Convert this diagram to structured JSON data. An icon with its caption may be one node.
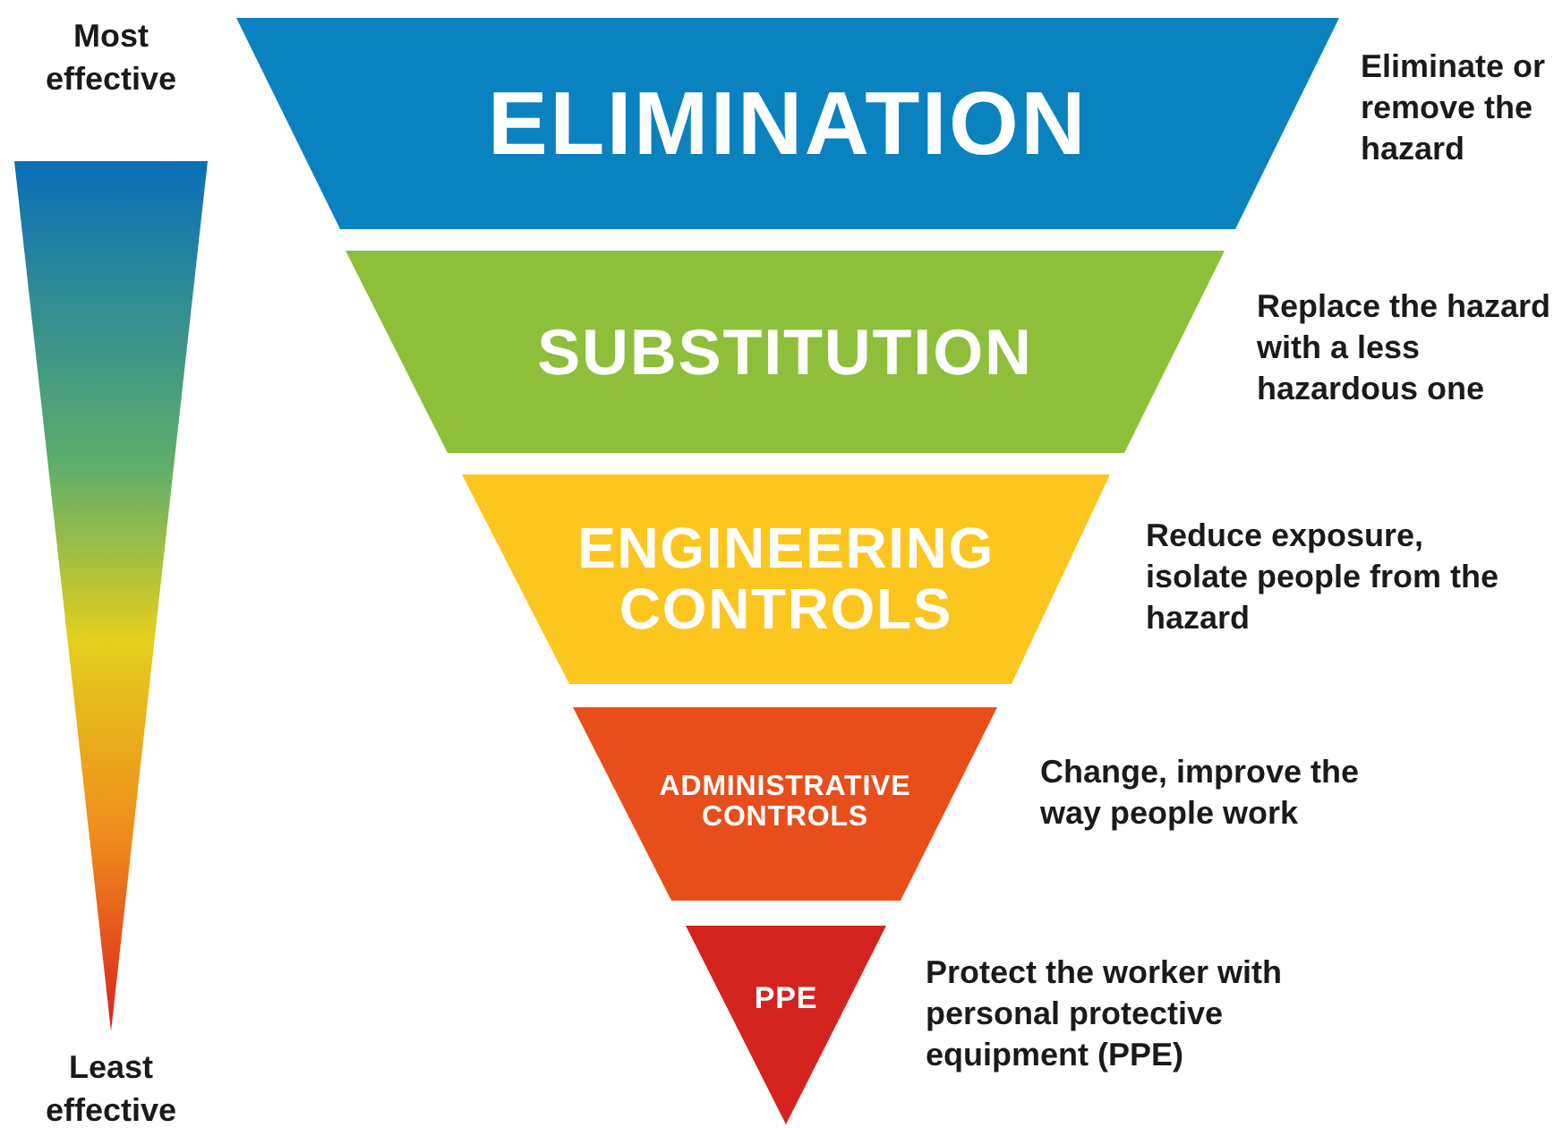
{
  "diagram": {
    "nodes": [
      {
        "text": [
          "ELIMINATION"
        ],
        "beside": [
          "Eliminate or remove the hazard"
        ]
      },
      {
        "text": [
          "SUBSTITUTION"
        ],
        "beside": [
          "Replace the hazard with a less hazardous one"
        ]
      },
      {
        "text": [
          "ENGINEERING CONTROLS"
        ],
        "beside": [
          "Reduce exposure, isolate people from the hazard"
        ]
      },
      {
        "text": [
          "ADMINISTRATIVE CONTROLS"
        ],
        "beside": [
          "Change, improve the way people work"
        ]
      },
      {
        "text": [
          "PPE"
        ],
        "beside": [
          "Protect the worker with personal protective equipment (PPE)"
        ]
      },
      {
        "text": [],
        "shape": "triangle"
      }
    ],
    "labels": [
      "Most effective",
      "Least effective"
    ]
  }
}
